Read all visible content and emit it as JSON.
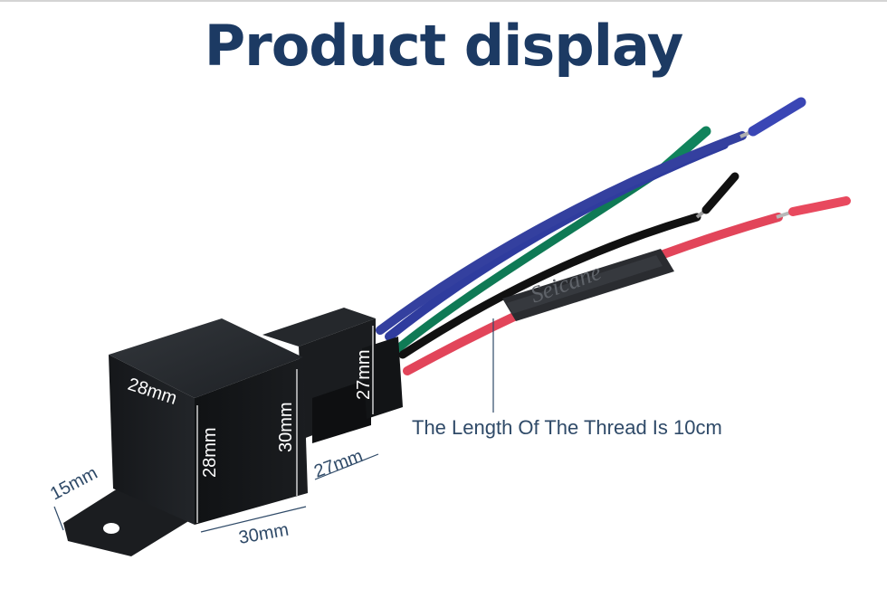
{
  "title": "Product display",
  "brand_watermark": "Seicane",
  "thread_note": "The Length Of The Thread Is 10cm",
  "dimensions": {
    "top_width": "28mm",
    "front_height": "28mm",
    "side_height": "30mm",
    "connector_height": "27mm",
    "side_depth": "27mm",
    "base_width": "30mm",
    "tab_length": "15mm"
  },
  "colors": {
    "title": "#1c3a63",
    "body": "#15171a",
    "wire_blue": "#2f3c9e",
    "wire_green": "#0f7a55",
    "wire_black": "#111111",
    "wire_red": "#e2455a"
  }
}
